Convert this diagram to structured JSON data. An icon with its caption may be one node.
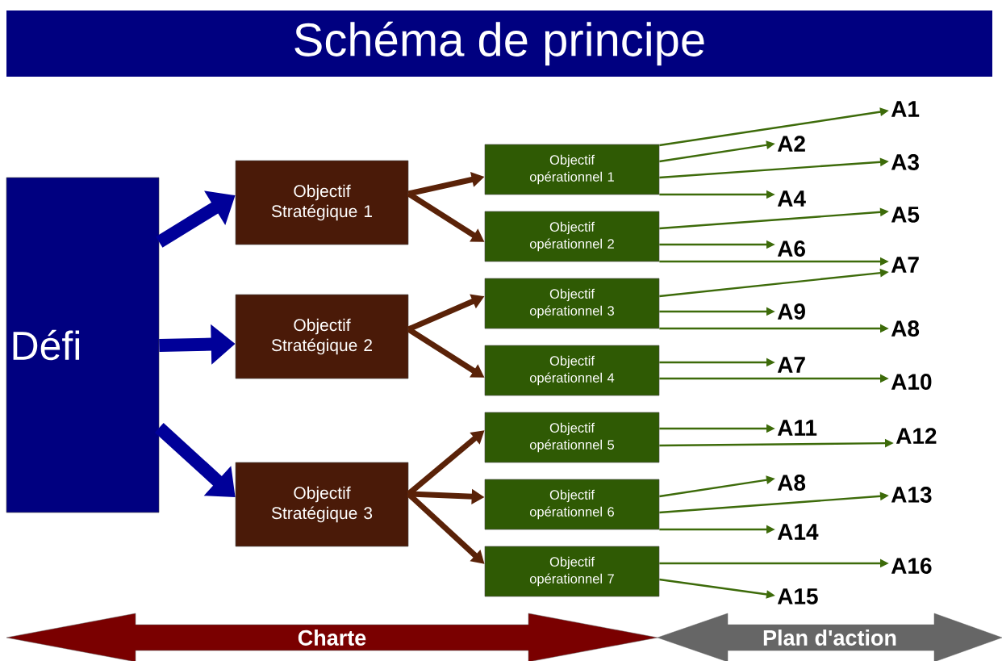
{
  "diagram": {
    "title": "Schéma de principe",
    "nodes": [
      {
        "text": [
          "Défi"
        ]
      },
      {
        "text": [
          "Objectif Stratégique 1"
        ]
      },
      {
        "text": [
          "Objectif Stratégique 2"
        ]
      },
      {
        "text": [
          "Objectif Stratégique 3"
        ]
      },
      {
        "text": [
          "Objectif opérationnel 1"
        ]
      },
      {
        "text": [
          "Objectif opérationnel 2"
        ]
      },
      {
        "text": [
          "Objectif opérationnel 3"
        ]
      },
      {
        "text": [
          "Objectif opérationnel 4"
        ]
      },
      {
        "text": [
          "Objectif opérationnel 5"
        ]
      },
      {
        "text": [
          "Objectif opérationnel 6"
        ]
      },
      {
        "text": [
          "Objectif opérationnel 7"
        ]
      },
      {
        "text": [
          "A1"
        ]
      },
      {
        "text": [
          "A2"
        ]
      },
      {
        "text": [
          "A3"
        ]
      },
      {
        "text": [
          "A4"
        ]
      },
      {
        "text": [
          "A5"
        ]
      },
      {
        "text": [
          "A6"
        ]
      },
      {
        "text": [
          "A7"
        ]
      },
      {
        "text": [
          "A9"
        ]
      },
      {
        "text": [
          "A8"
        ]
      },
      {
        "text": [
          "A7"
        ]
      },
      {
        "text": [
          "A10"
        ]
      },
      {
        "text": [
          "A11"
        ]
      },
      {
        "text": [
          "A12"
        ]
      },
      {
        "text": [
          "A8"
        ]
      },
      {
        "text": [
          "A13"
        ]
      },
      {
        "text": [
          "A14"
        ]
      },
      {
        "text": [
          "A16"
        ]
      },
      {
        "text": [
          "A15"
        ]
      },
      {
        "text": [
          "Charte"
        ]
      },
      {
        "text": [
          "Plan d'action"
        ]
      }
    ],
    "edges": [
      {
        "from": 0,
        "to": 1,
        "arrow": "to",
        "style": "thick",
        "color": "#000099"
      },
      {
        "from": 0,
        "to": 2,
        "arrow": "to",
        "style": "thick",
        "color": "#000099"
      },
      {
        "from": 0,
        "to": 3,
        "arrow": "to",
        "style": "thick",
        "color": "#000099"
      },
      {
        "from": 1,
        "to": 4,
        "arrow": "to",
        "style": "thick",
        "color": "#5a2208"
      },
      {
        "from": 1,
        "to": 5,
        "arrow": "to",
        "style": "thick",
        "color": "#5a2208"
      },
      {
        "from": 2,
        "to": 6,
        "arrow": "to",
        "style": "thick",
        "color": "#5a2208"
      },
      {
        "from": 2,
        "to": 7,
        "arrow": "to",
        "style": "thick",
        "color": "#5a2208"
      },
      {
        "from": 3,
        "to": 8,
        "arrow": "to",
        "style": "thick",
        "color": "#5a2208"
      },
      {
        "from": 3,
        "to": 9,
        "arrow": "to",
        "style": "thick",
        "color": "#5a2208"
      },
      {
        "from": 3,
        "to": 10,
        "arrow": "to",
        "style": "thick",
        "color": "#5a2208"
      },
      {
        "from": 4,
        "to": 11,
        "arrow": "to"
      },
      {
        "from": 4,
        "to": 12,
        "arrow": "to"
      },
      {
        "from": 4,
        "to": 13,
        "arrow": "to"
      },
      {
        "from": 4,
        "to": 14,
        "arrow": "to"
      },
      {
        "from": 5,
        "to": 15,
        "arrow": "to"
      },
      {
        "from": 5,
        "to": 16,
        "arrow": "to"
      },
      {
        "from": 5,
        "to": 17,
        "arrow": "to"
      },
      {
        "from": 6,
        "to": 17,
        "arrow": "to"
      },
      {
        "from": 6,
        "to": 18,
        "arrow": "to"
      },
      {
        "from": 6,
        "to": 19,
        "arrow": "to"
      },
      {
        "from": 7,
        "to": 20,
        "arrow": "to"
      },
      {
        "from": 7,
        "to": 21,
        "arrow": "to"
      },
      {
        "from": 8,
        "to": 22,
        "arrow": "to"
      },
      {
        "from": 8,
        "to": 23,
        "arrow": "to"
      },
      {
        "from": 9,
        "to": 24,
        "arrow": "to"
      },
      {
        "from": 9,
        "to": 25,
        "arrow": "to"
      },
      {
        "from": 9,
        "to": 26,
        "arrow": "to"
      },
      {
        "from": 10,
        "to": 27,
        "arrow": "to"
      },
      {
        "from": 10,
        "to": 28,
        "arrow": "to"
      }
    ]
  }
}
